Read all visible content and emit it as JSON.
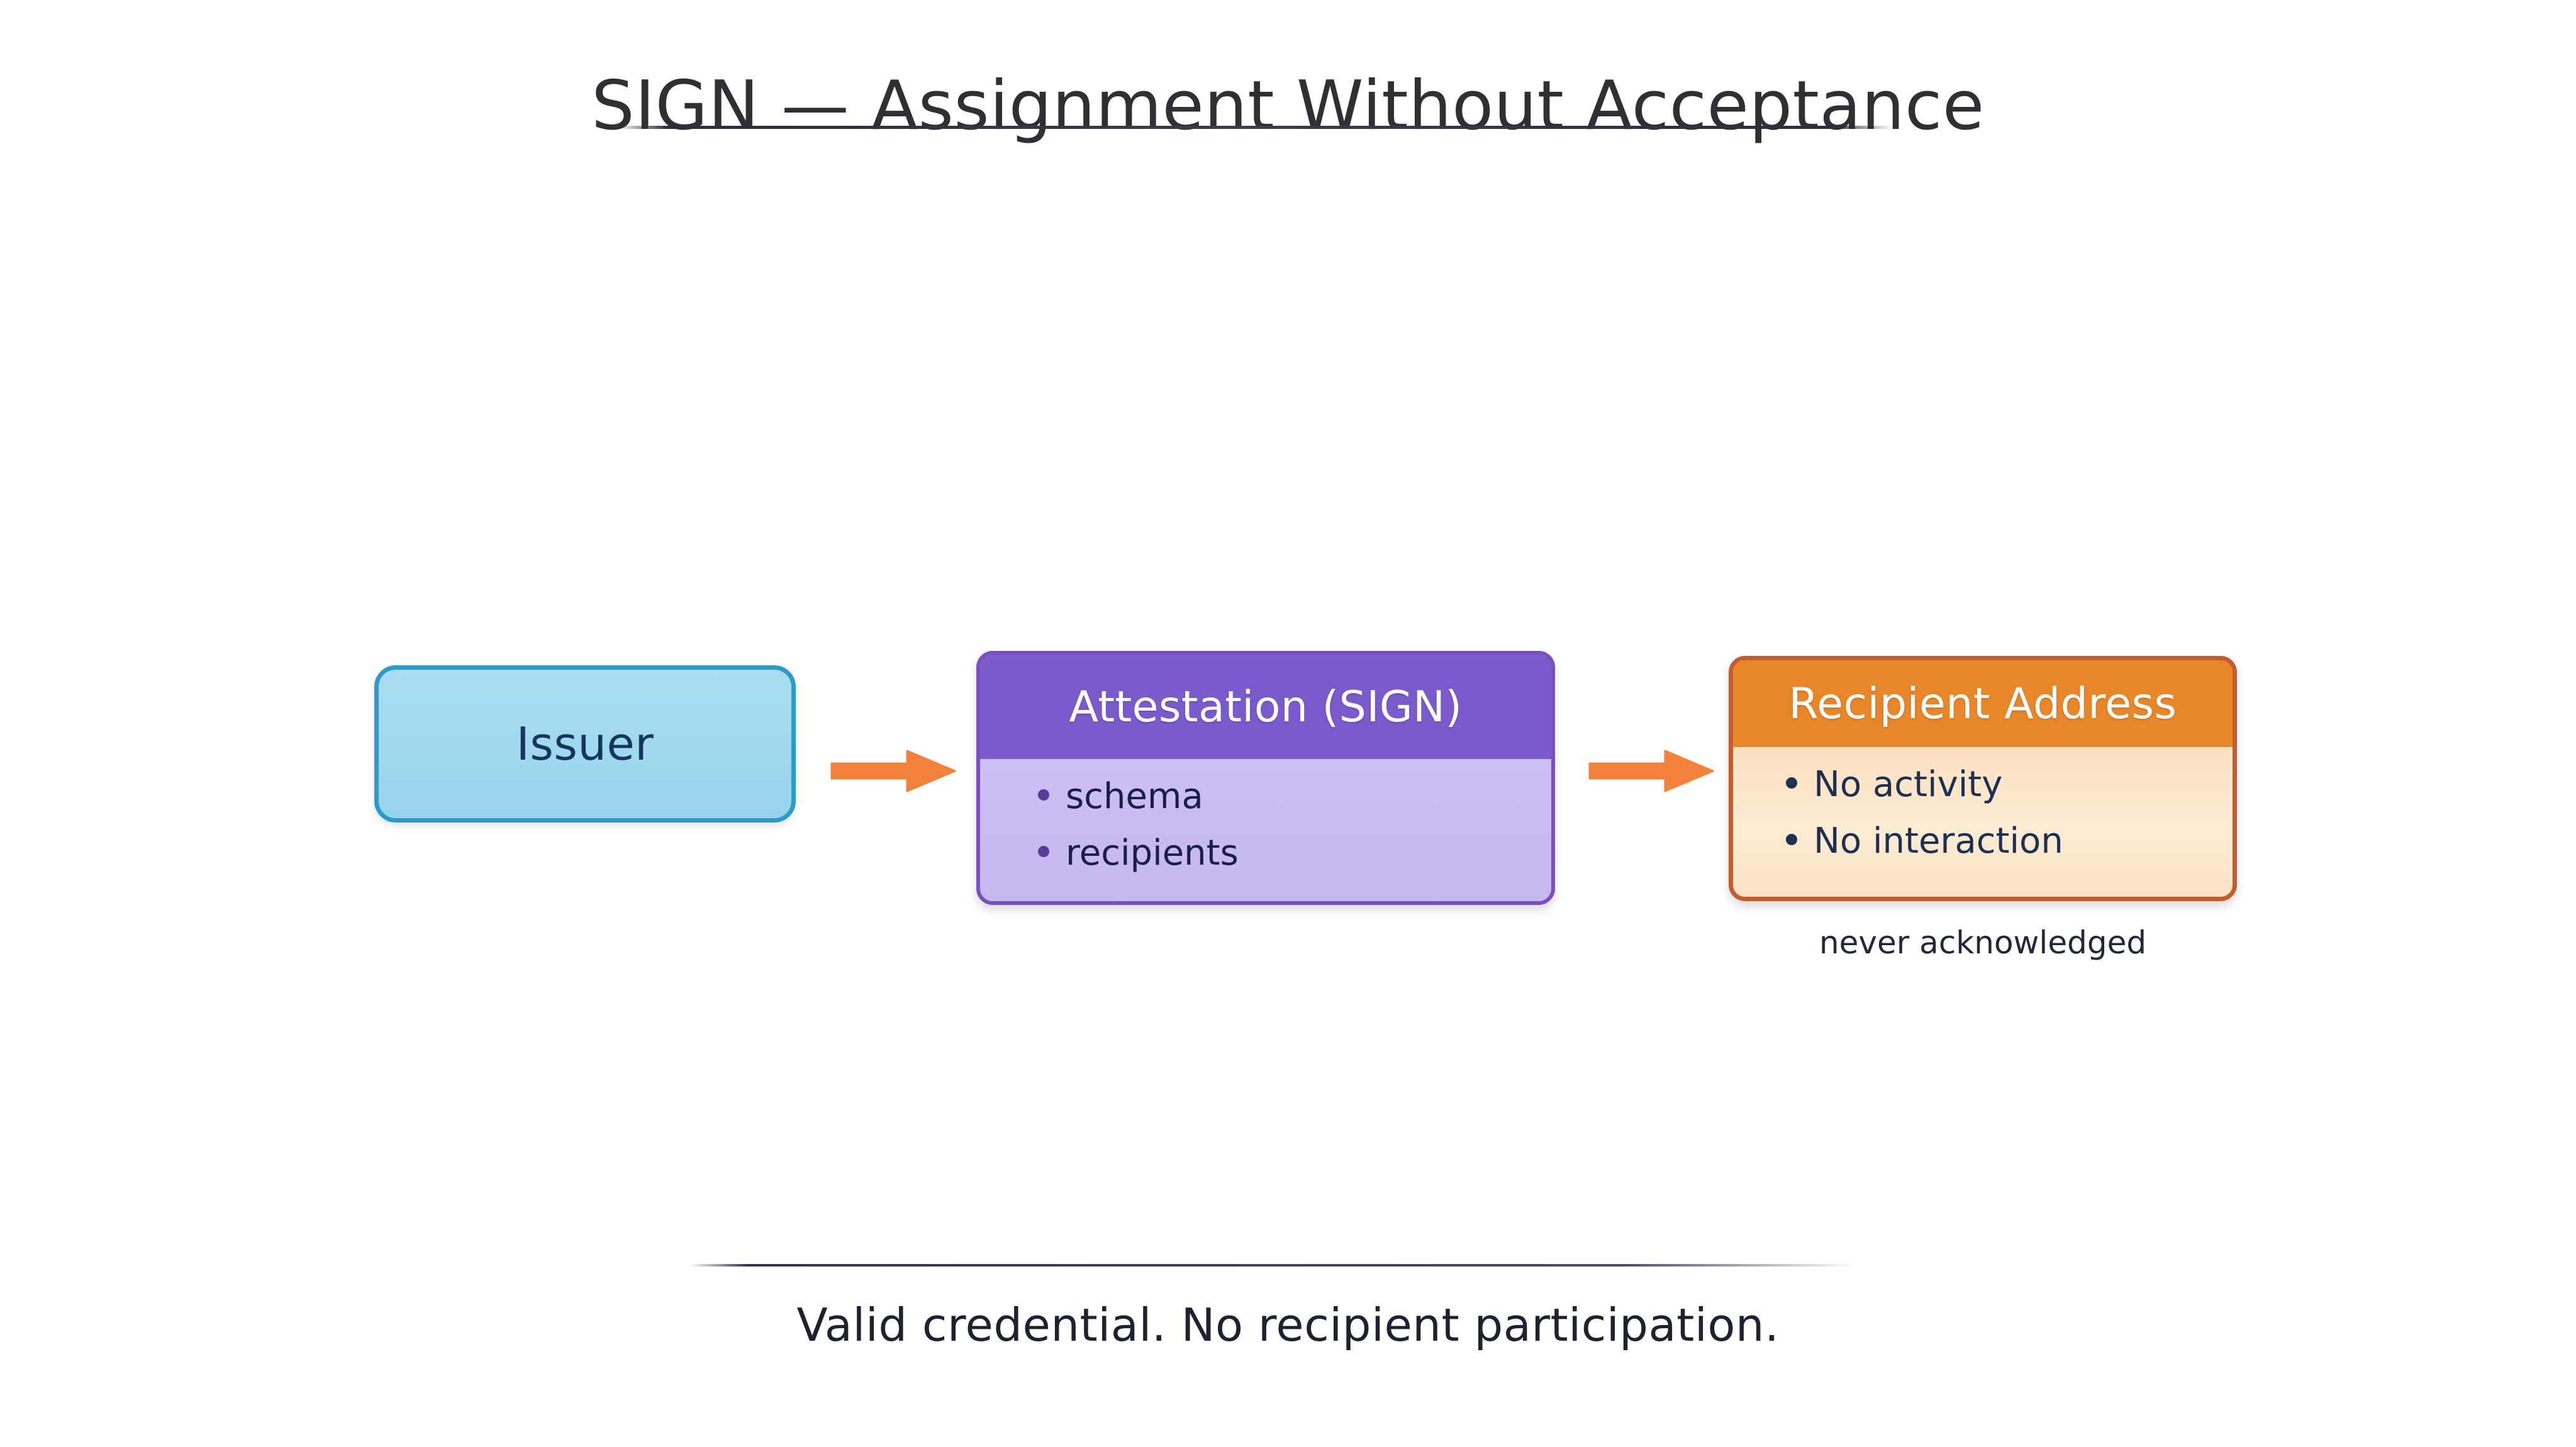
{
  "title": {
    "text": "SIGN — Assignment Without Acceptance",
    "underline_color": "#2b2e3a"
  },
  "diagram": {
    "type": "flow",
    "nodes": [
      {
        "id": "issuer",
        "label": "Issuer",
        "kind": "rounded-box",
        "fill": "#a9ddf2",
        "border": "#2e9ac9",
        "text_color": "#16355e"
      },
      {
        "id": "attestation",
        "header": "Attestation (SIGN)",
        "kind": "header-card",
        "header_fill": "#7b5acb",
        "body_fill": "#cbbdf2",
        "border": "#7a4fbf",
        "header_text_color": "#ffffff",
        "bullet_color": "#5b3a9e",
        "text_color": "#18204a",
        "bullets": [
          "schema",
          "recipients"
        ]
      },
      {
        "id": "recipient",
        "header": "Recipient Address",
        "kind": "header-card",
        "header_fill": "#e8862a",
        "body_fill": "#fbe3c7",
        "border": "#c25e2e",
        "header_text_color": "#ffffff",
        "bullet_color": "#1f3250",
        "text_color": "#1e3050",
        "bullets": [
          "No activity",
          "No interaction"
        ],
        "caption": "never acknowledged"
      }
    ],
    "edges": [
      {
        "id": "edge-issuer-attestation",
        "from": "issuer",
        "to": "attestation",
        "style": "solid-arrow",
        "color": "#f2813c",
        "label": ""
      },
      {
        "id": "edge-attestation-recipient",
        "from": "attestation",
        "to": "recipient",
        "style": "solid-arrow",
        "color": "#f2813c",
        "label": ""
      }
    ]
  },
  "footer": {
    "text": "Valid credential. No recipient participation.",
    "rule_color": "#3e4258"
  }
}
